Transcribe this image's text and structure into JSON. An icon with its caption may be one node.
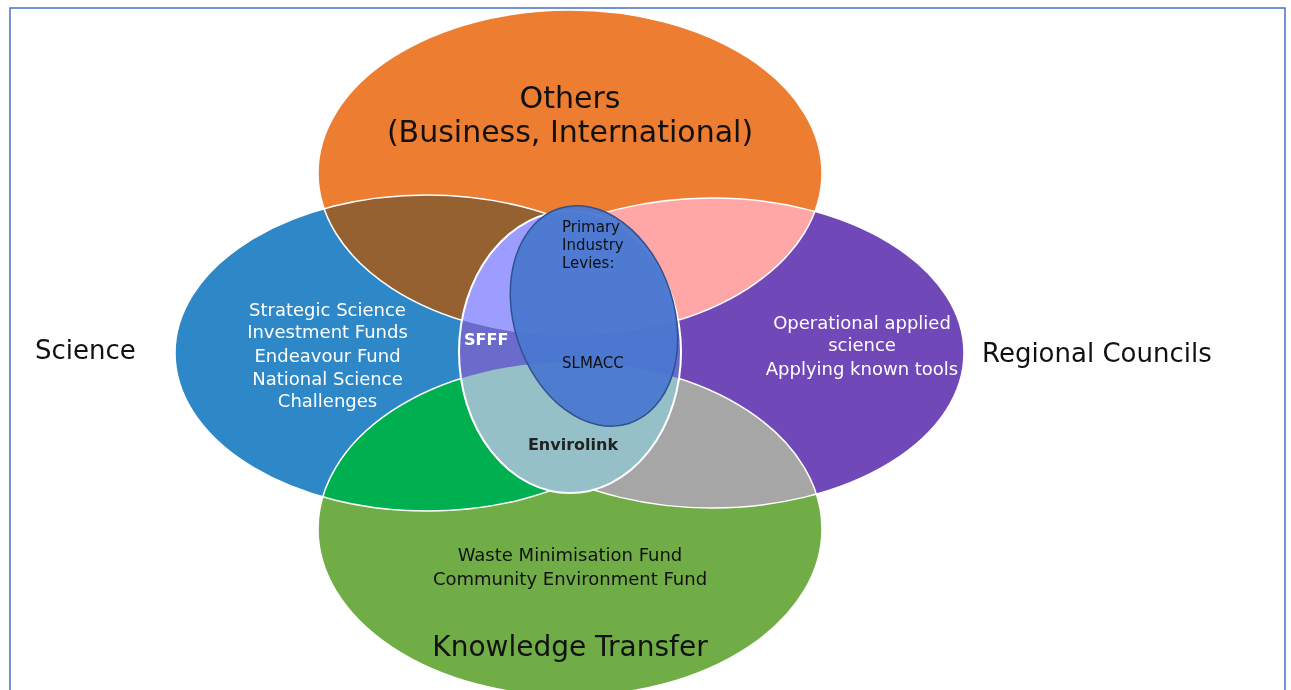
{
  "diagram": {
    "nodes": [
      {
        "text": [
          "Others",
          "(Business, International)"
        ]
      },
      {
        "text": [
          "Science",
          "Strategic Science Investment Funds",
          "Endeavour Fund",
          "National Science Challenges"
        ]
      },
      {
        "text": [
          "Regional Councils",
          "Operational applied science",
          "Applying known tools"
        ]
      },
      {
        "text": [
          "Waste Minimisation Fund",
          "Community Environment Fund",
          "Knowledge Transfer"
        ]
      },
      {
        "text": [
          "SFFF",
          "Envirolink"
        ]
      },
      {
        "text": [
          "Primary Industry Levies:",
          "SLMACC"
        ],
        "in": 4
      }
    ]
  }
}
